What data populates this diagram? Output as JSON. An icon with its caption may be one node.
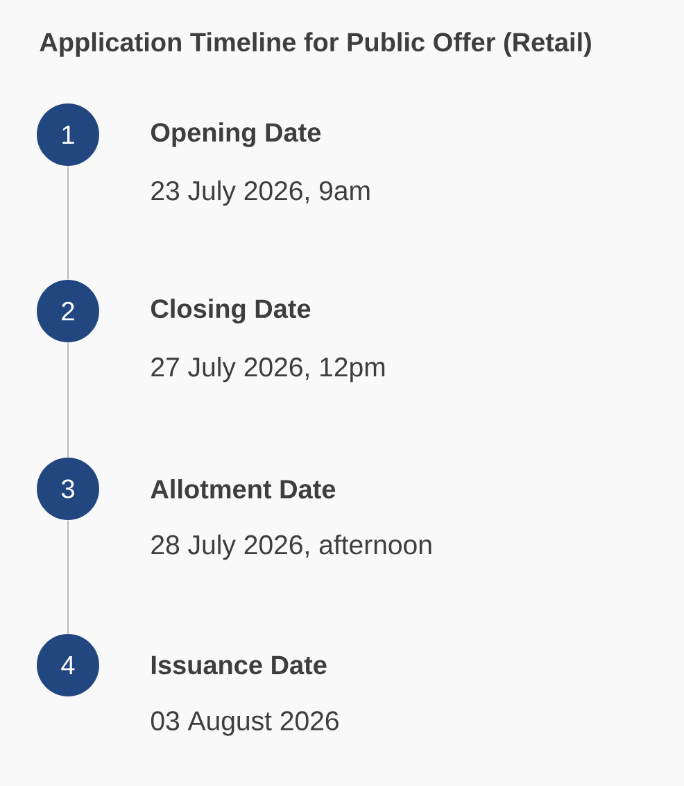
{
  "diagram": {
    "title": "Application Timeline for Public Offer (Retail)",
    "nodes": [
      {
        "text": [
          "1"
        ],
        "beside": [
          "Opening Date",
          "23 July 2026, 9am"
        ]
      },
      {
        "text": [
          "2"
        ],
        "beside": [
          "Closing Date",
          "27 July 2026, 12pm"
        ]
      },
      {
        "text": [
          "3"
        ],
        "beside": [
          "Allotment Date",
          "28 July 2026, afternoon"
        ]
      },
      {
        "text": [
          "4"
        ],
        "beside": [
          "Issuance Date",
          "03 August 2026"
        ]
      }
    ],
    "edges": [
      {
        "from": 0,
        "to": 1,
        "arrow": "none"
      },
      {
        "from": 1,
        "to": 2,
        "arrow": "none"
      },
      {
        "from": 2,
        "to": 3,
        "arrow": "none"
      }
    ]
  }
}
